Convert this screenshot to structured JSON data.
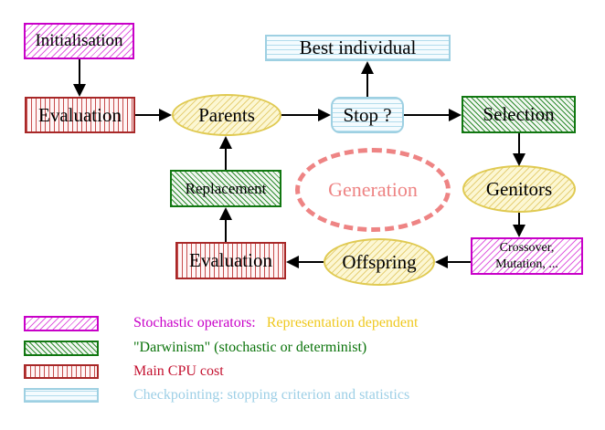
{
  "diagram": {
    "nodes": {
      "initialisation": {
        "label": "Initialisation"
      },
      "evaluation_top": {
        "label": "Evaluation"
      },
      "parents": {
        "label": "Parents"
      },
      "best_individual": {
        "label": "Best individual"
      },
      "stop": {
        "label": "Stop ?"
      },
      "selection": {
        "label": "Selection"
      },
      "genitors": {
        "label": "Genitors"
      },
      "crossover_mutation": {
        "line1": "Crossover,",
        "line2": "Mutation, ..."
      },
      "offspring": {
        "label": "Offspring"
      },
      "evaluation_bottom": {
        "label": "Evaluation"
      },
      "replacement": {
        "label": "Replacement"
      },
      "generation": {
        "label": "Generation"
      }
    },
    "colors": {
      "stochastic_magenta": "#c800c8",
      "darwinism_green": "#117711",
      "cpu_red": "#a82828",
      "checkpoint_cyan": "#9ed0e2",
      "operator_yellow": "#e0ca52",
      "generation_salmon": "#ee8484"
    }
  },
  "legend": {
    "items": [
      {
        "swatch": "magenta-diagonal-hatch",
        "text": "Stochastic operators:",
        "text_secondary": "Representation dependent"
      },
      {
        "swatch": "green-diagonal-hatch",
        "text": "\"Darwinism\" (stochastic or determinist)"
      },
      {
        "swatch": "red-vertical-stripes",
        "text": "Main CPU cost"
      },
      {
        "swatch": "cyan-horizontal-stripes",
        "text": "Checkpointing: stopping criterion and statistics"
      }
    ]
  }
}
